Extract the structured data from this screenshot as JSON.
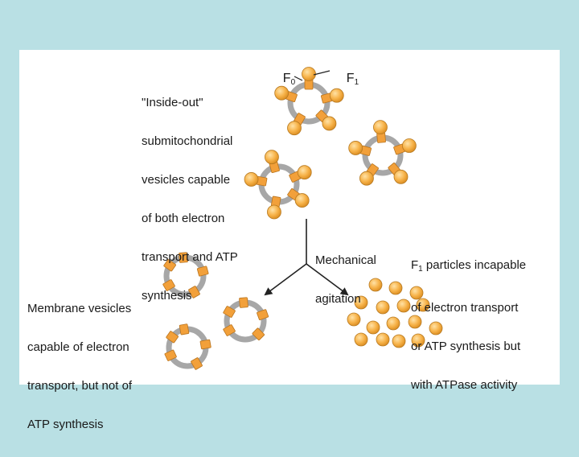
{
  "labels": {
    "inside_out": [
      "\"Inside-out\"",
      "submitochondrial",
      "vesicles capable",
      "of both electron",
      "transport and ATP",
      "synthesis"
    ],
    "f0": {
      "letter": "F",
      "sub": "0"
    },
    "f1": {
      "letter": "F",
      "sub": "1"
    },
    "mechanical": [
      "Mechanical",
      "agitation"
    ],
    "f1_particles": {
      "first_letter": "F",
      "first_sub": "1",
      "first_rest": " particles incapable",
      "lines": [
        "of electron transport",
        "or ATP synthesis but",
        "with ATPase activity"
      ]
    },
    "membrane": [
      "Membrane vesicles",
      "capable of electron",
      "transport, but not of",
      "ATP synthesis"
    ]
  },
  "colors": {
    "background": "#b9e0e4",
    "panel": "#ffffff",
    "membrane": "#a7a7a7",
    "stalk": "#f2a03a",
    "stalk_edge": "#b8741f",
    "sphere": "#f7b34a",
    "sphere_edge": "#b77a22",
    "text": "#1a1a1a",
    "arrow": "#222222"
  }
}
